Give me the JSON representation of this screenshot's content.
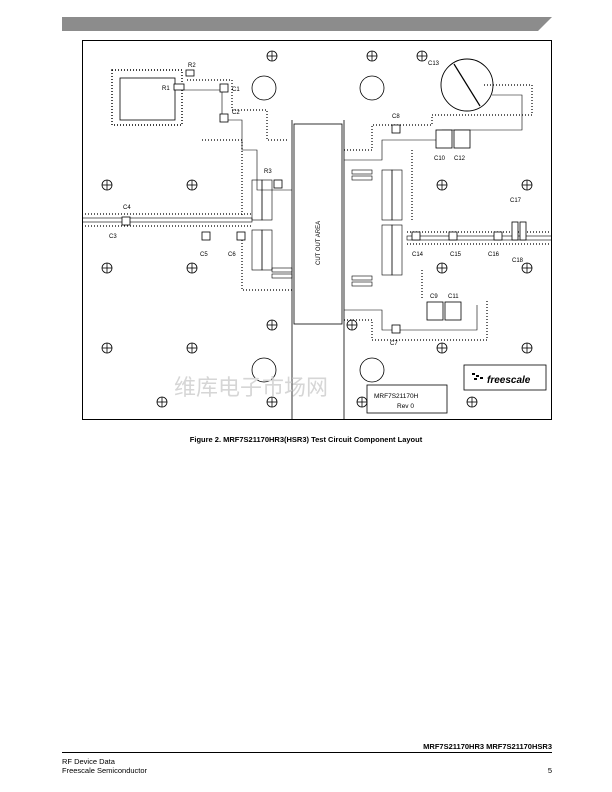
{
  "header": {
    "bar_color": "#8c8c8c"
  },
  "figure": {
    "caption": "Figure 2. MRF7S21170HR3(HSR3) Test Circuit Component Layout",
    "cutout_label": "CUT OUT AREA",
    "board_label_line1": "MRF7S21170H",
    "board_label_line2": "Rev 0",
    "logo_text": "freescale",
    "watermark": "维库电子市场网",
    "components": {
      "R1": "R1",
      "R2": "R2",
      "R3": "R3",
      "C1": "C1",
      "C2": "C2",
      "C3": "C3",
      "C4": "C4",
      "C5": "C5",
      "C6": "C6",
      "C7": "C7",
      "C8": "C8",
      "C9": "C9",
      "C10": "C10",
      "C11": "C11",
      "C12": "C12",
      "C13": "C13",
      "C14": "C14",
      "C15": "C15",
      "C16": "C16",
      "C17": "C17",
      "C18": "C18"
    }
  },
  "footer": {
    "part_numbers": "MRF7S21170HR3 MRF7S21170HSR3",
    "line1": "RF Device Data",
    "line2": "Freescale Semiconductor",
    "page_number": "5"
  }
}
